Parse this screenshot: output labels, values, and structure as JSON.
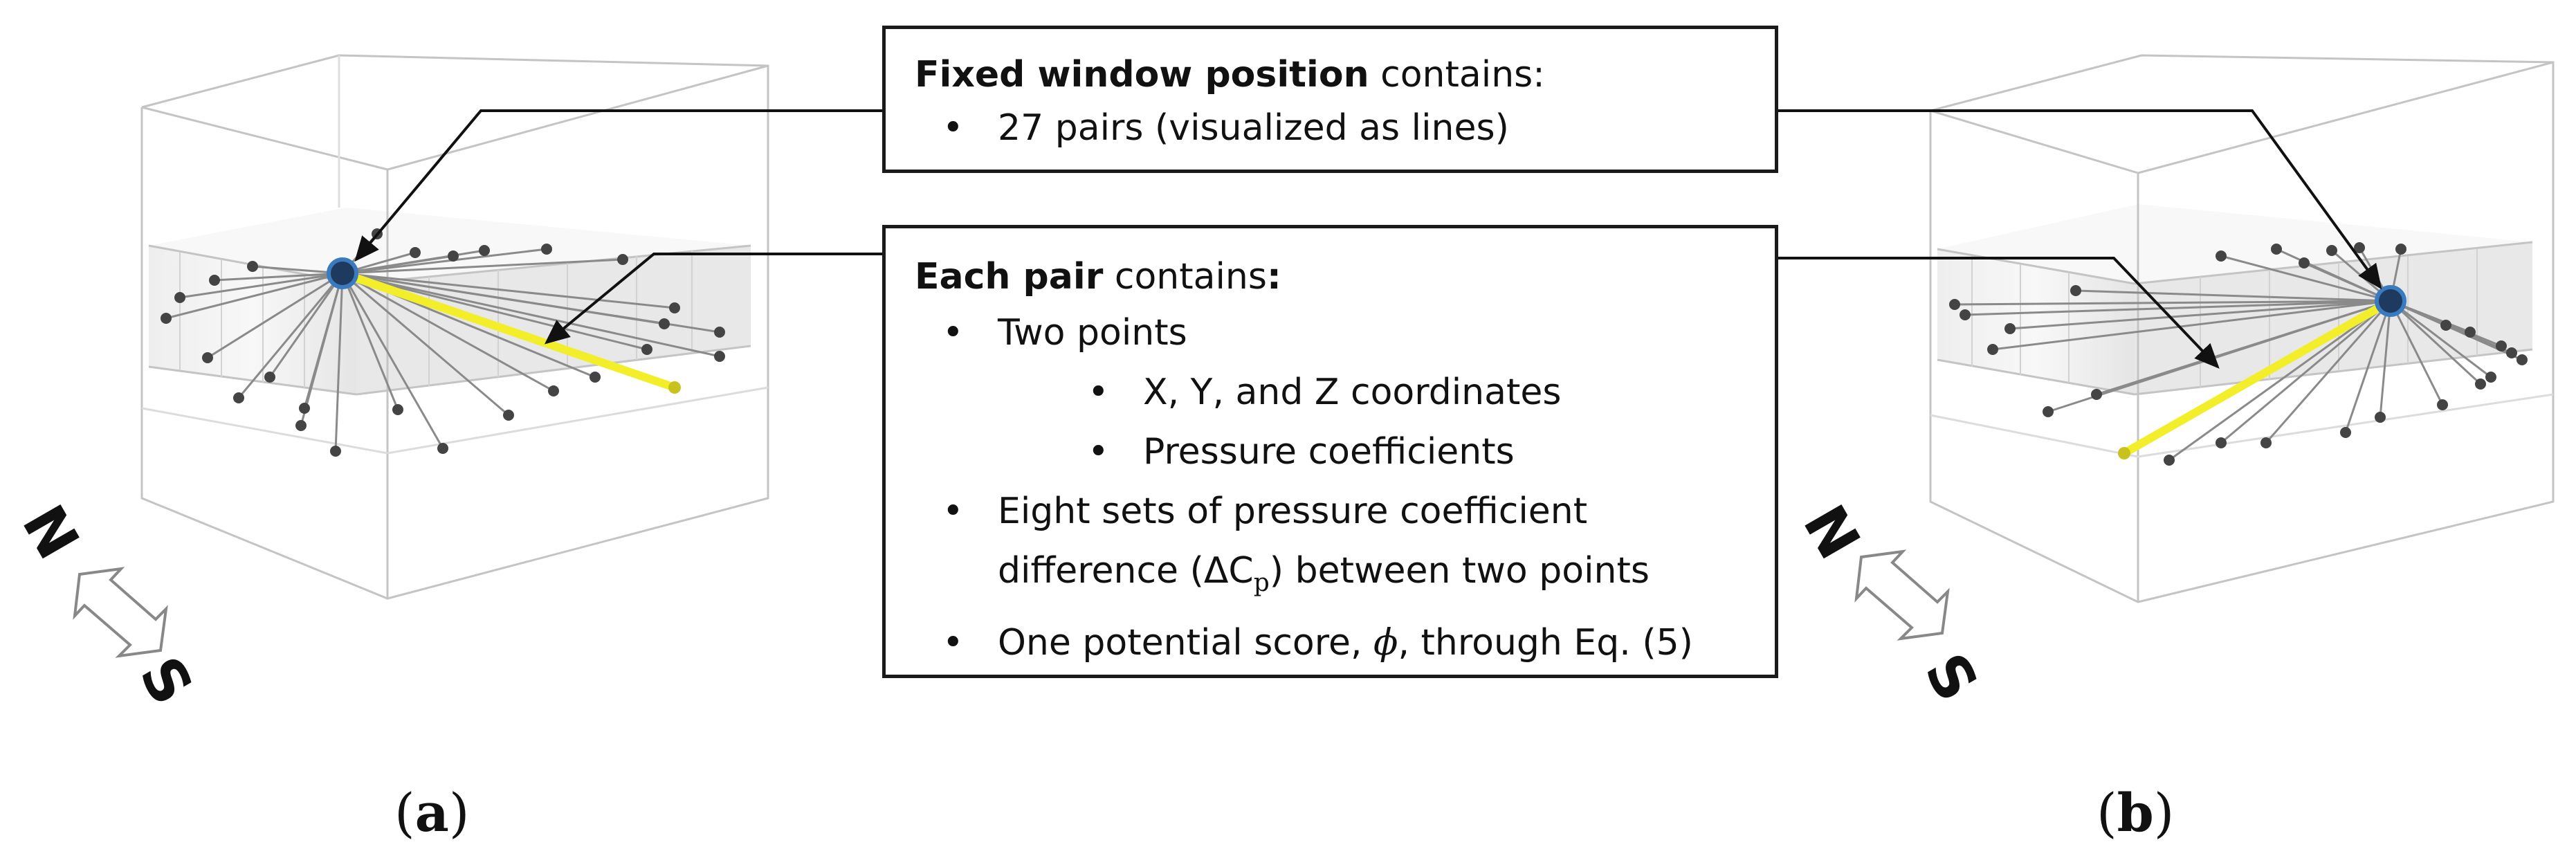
{
  "box_window": {
    "title_bold": "Fixed window position",
    "title_rest": " contains:",
    "bullet": "•",
    "items": [
      "27 pairs (visualized as lines)"
    ]
  },
  "box_pair": {
    "title_bold": "Each pair",
    "title_rest": " contains",
    "title_colon": ":",
    "bullet": "•",
    "item_points": "Two points",
    "item_coords": "X, Y, and Z coordinates",
    "item_pressure": "Pressure coefficients",
    "item_sets_line1": "Eight sets of pressure coefficient",
    "item_sets_line2_pre": "difference (ΔC",
    "item_sets_line2_sub": "p",
    "item_sets_line2_post": ") between two points",
    "item_score_pre": "One potential score, ",
    "item_score_phi": "ϕ",
    "item_score_post": ", through Eq. (5)"
  },
  "captions": {
    "a_open": "(",
    "a_letter": "a",
    "a_close": ")",
    "b_open": "(",
    "b_letter": "b",
    "b_close": ")"
  },
  "orientation": {
    "north_label": "N",
    "south_label": "S"
  },
  "colors": {
    "highlight_line": "#f2ee2a",
    "focus_point": "#1e3a5f",
    "focus_ring": "#3a7bbf",
    "points": "#444444",
    "lines": "#8a8a8a",
    "box_edges": "#c8c8c8",
    "band_fill": "#e6e6e6"
  }
}
